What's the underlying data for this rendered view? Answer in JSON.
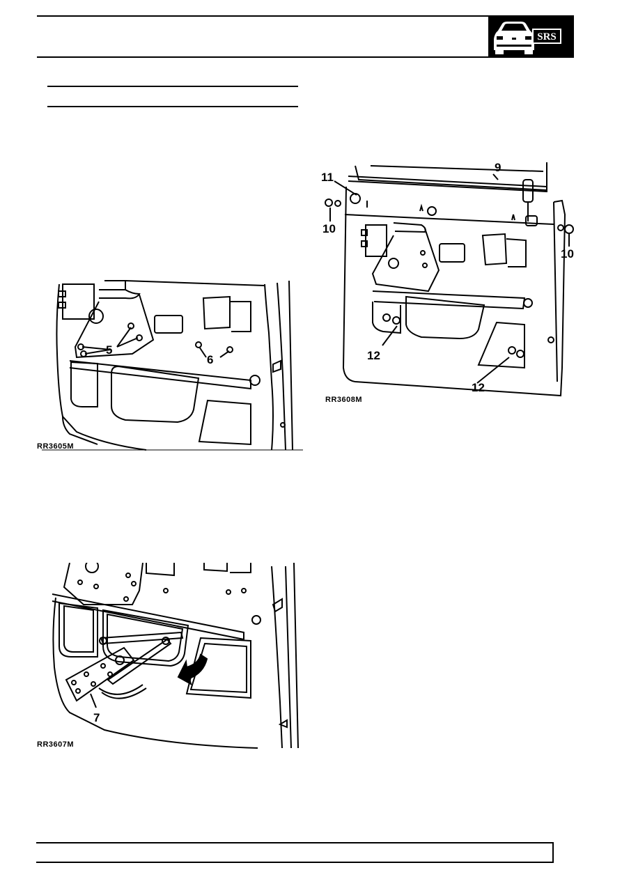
{
  "header": {
    "badge": "SRS",
    "badge_icon": "car-front-icon"
  },
  "figures": [
    {
      "id": "RR3605M",
      "caption": "RR3605M",
      "callouts": [
        "5",
        "6"
      ]
    },
    {
      "id": "RR3608M",
      "caption": "RR3608M",
      "callouts": [
        "9",
        "11",
        "10",
        "10",
        "12",
        "12"
      ]
    },
    {
      "id": "RR3607M",
      "caption": "RR3607M",
      "callouts": [
        "7"
      ]
    }
  ]
}
